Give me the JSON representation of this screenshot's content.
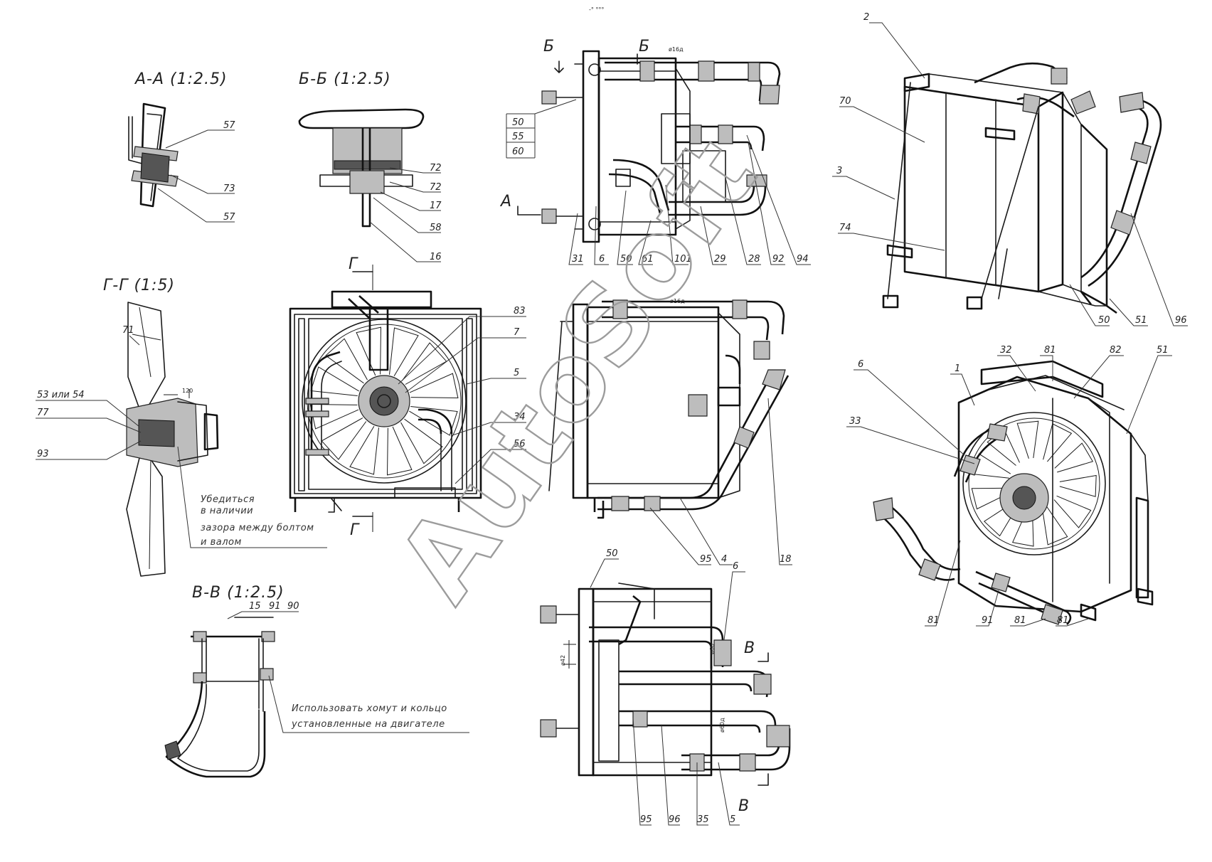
{
  "watermark": "AutoSoft",
  "top_mark": "-°   °°°",
  "views": {
    "aa": {
      "title": "А-А (1:2.5)",
      "labels": [
        "57",
        "73",
        "57"
      ]
    },
    "bb": {
      "title": "Б-Б (1:2.5)",
      "labels": [
        "72",
        "72",
        "17",
        "58",
        "16"
      ]
    },
    "gg": {
      "title": "Г-Г (1:5)",
      "labels": [
        "71",
        "53 или 54",
        "77",
        "93"
      ],
      "dim": "120",
      "note": [
        "Убедиться",
        "в наличии",
        "зазора между болтом",
        "и валом"
      ]
    },
    "vv": {
      "title": "В-В (1:2.5)",
      "labels": [
        "15",
        "91",
        "90"
      ],
      "note": [
        "Использовать хомут и кольцо",
        "установленные на двигателе"
      ]
    },
    "top_side": {
      "section_marks": [
        "Б",
        "Б",
        "А"
      ],
      "dim": "ø16д",
      "left_labels": [
        "50",
        "55",
        "60"
      ],
      "bottom_labels": [
        "31",
        "6",
        "50",
        "61",
        "101",
        "29",
        "28",
        "92",
        "94"
      ]
    },
    "front": {
      "section_mark": "Г",
      "labels": [
        "83",
        "7",
        "5",
        "34",
        "56"
      ]
    },
    "mid_side": {
      "dim": "ø16д",
      "labels": [
        "95",
        "4",
        "18"
      ]
    },
    "bottom_side": {
      "section_mark": "В",
      "dims": [
        "ø42",
        "ø60",
        "ø60д"
      ],
      "labels": [
        "50",
        "6",
        "95",
        "96",
        "35",
        "5"
      ]
    },
    "iso_top": {
      "labels": [
        "2",
        "70",
        "3",
        "74",
        "50",
        "51",
        "96"
      ]
    },
    "iso_bottom": {
      "labels": [
        "1",
        "32",
        "81",
        "82",
        "51",
        "6",
        "33",
        "81",
        "91",
        "81",
        "81"
      ]
    }
  }
}
